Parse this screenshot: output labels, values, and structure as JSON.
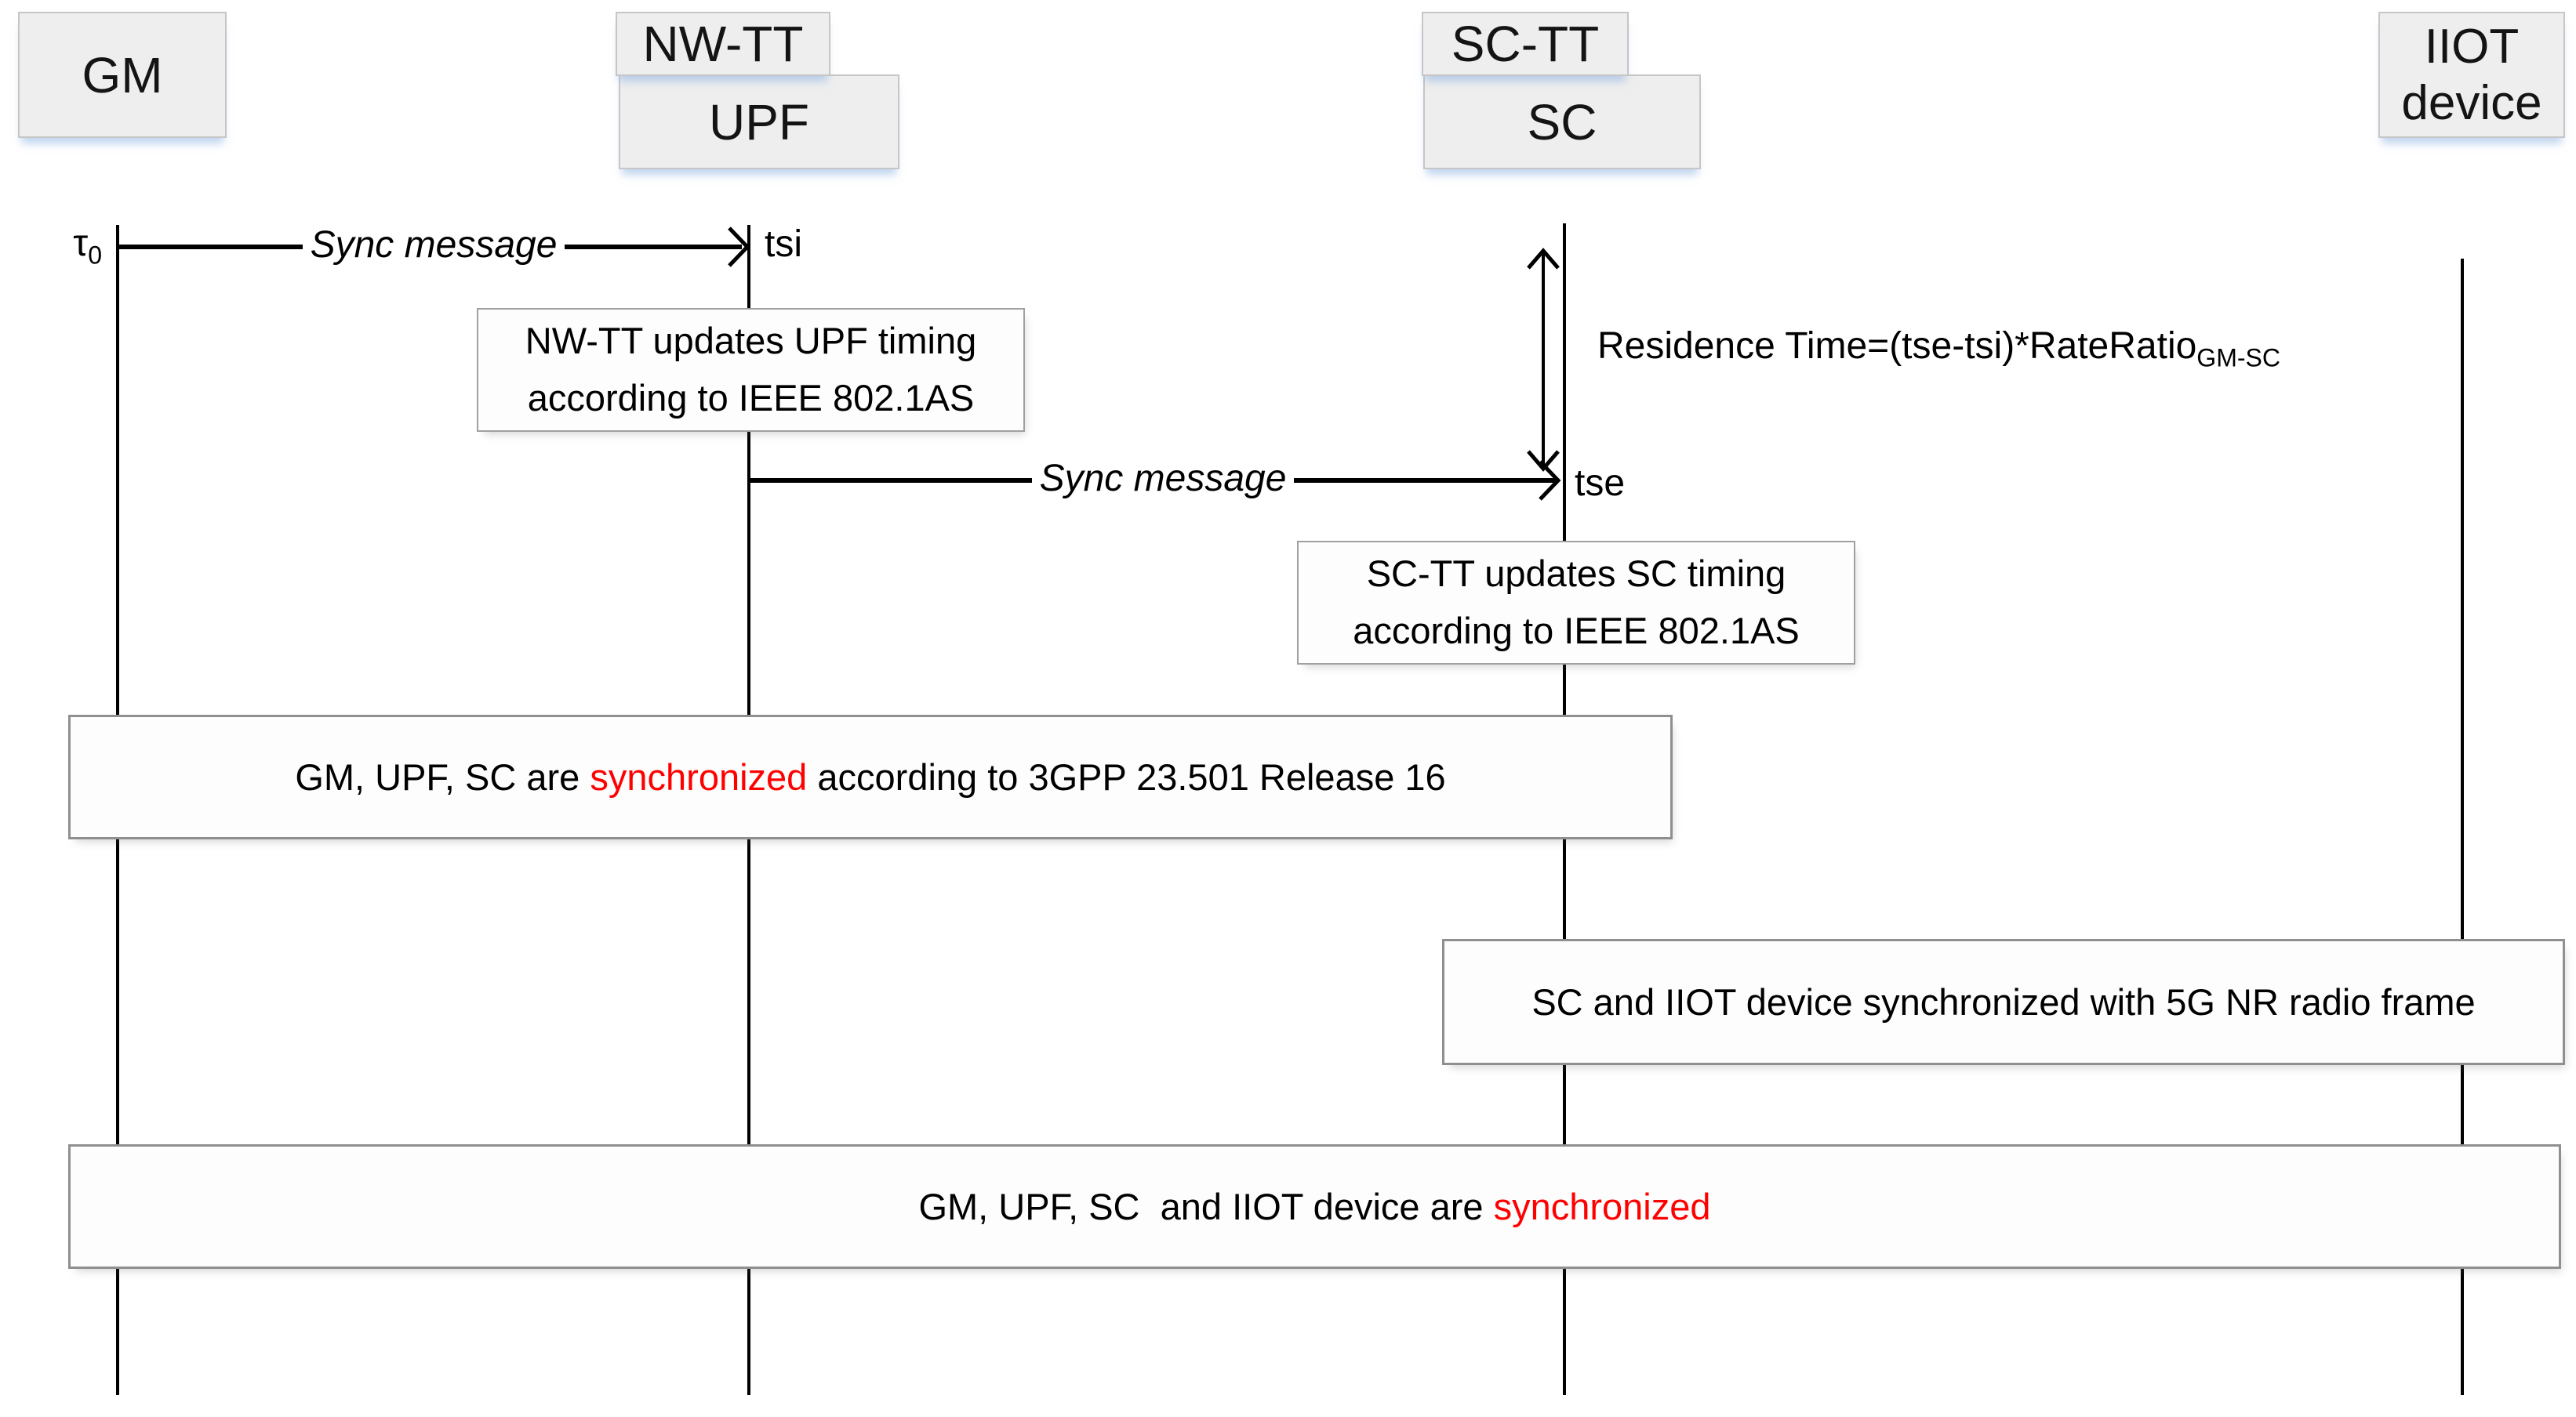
{
  "colors": {
    "highlight_red": "#ff0000",
    "header_fill": "#eeeeee",
    "note_fill": "#fcfdfc",
    "line_black": "#000000",
    "header_shadow_blue": "#c9d9ee"
  },
  "actors": {
    "gm": "GM",
    "nw_tt": "NW-TT",
    "upf": "UPF",
    "sc_tt": "SC-TT",
    "sc": "SC",
    "iiot_line1": "IIOT",
    "iiot_line2": "device"
  },
  "messages": {
    "sync1": {
      "label": "Sync message",
      "start_label_base": "τ",
      "start_label_sub": "0",
      "end_label": "tsi"
    },
    "sync2": {
      "label": "Sync message",
      "end_label": "tse"
    },
    "residence": {
      "formula": "Residence Time=(tse-tsi)*RateRatio",
      "subscript": "GM-SC"
    }
  },
  "notes": {
    "nw_update": {
      "line1": "NW-TT updates UPF timing",
      "line2": "according to IEEE 802.1AS"
    },
    "sc_update": {
      "line1": "SC-TT updates SC timing",
      "line2": "according to IEEE 802.1AS"
    },
    "sync_3gpp": {
      "prefix": "GM, UPF, SC are ",
      "highlight": "synchronized",
      "suffix": " according to 3GPP 23.501 Release 16"
    },
    "radio_frame": {
      "text": "SC and IIOT device synchronized with 5G NR radio frame"
    },
    "all_sync": {
      "prefix": "GM, UPF, SC  and IIOT device are ",
      "highlight": "synchronized"
    }
  }
}
